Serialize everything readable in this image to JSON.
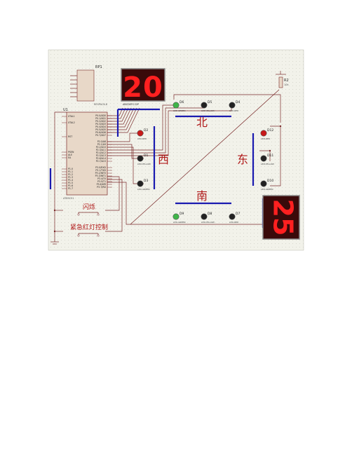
{
  "labels": {
    "u1": "U1",
    "u1_part": "AT89C51",
    "rp1": "RP1",
    "rp1_part": "RESPACK-8",
    "r2": "R2",
    "r2_val": "10k",
    "north": "北",
    "west": "西",
    "east": "东",
    "south": "南",
    "btn_flash": "闪烁",
    "btn_emergency": "紧急红灯控制"
  },
  "displays": {
    "top": {
      "value": "20",
      "pins": "ABCDEFG DP"
    },
    "right": {
      "value": "25"
    }
  },
  "u1_pins_left": [
    "XTAL1",
    "XTAL2",
    "RST",
    "PSEN",
    "ALE",
    "EA",
    "P1.0",
    "P1.1",
    "P1.2",
    "P1.3",
    "P1.4",
    "P1.5",
    "P1.6",
    "P1.7"
  ],
  "u1_pins_right": [
    "P0.0/AD0",
    "P0.1/AD1",
    "P0.2/AD2",
    "P0.3/AD3",
    "P0.4/AD4",
    "P0.5/AD5",
    "P0.6/AD6",
    "P0.7/AD7",
    "P2.0/A8",
    "P2.1/A9",
    "P2.2/A10",
    "P2.3/A11",
    "P2.4/A12",
    "P2.5/A13",
    "P2.6/A14",
    "P2.7/A15",
    "P3.0/RXD",
    "P3.1/TXD",
    "P3.2/INT0",
    "P3.3/INT1",
    "P3.4/T0",
    "P3.5/T1",
    "P3.6/WR",
    "P3.7/RD"
  ],
  "leds": {
    "north": [
      {
        "ref": "D6",
        "type": "LED-GREEN",
        "color": "#3fb548"
      },
      {
        "ref": "D5",
        "type": "LED-YELLOW",
        "color": "#222222"
      },
      {
        "ref": "D4",
        "type": "LED-RED",
        "color": "#222222"
      }
    ],
    "west": [
      {
        "ref": "D2",
        "type": "LED-RED",
        "color": "#c81a1a"
      },
      {
        "ref": "D1",
        "type": "LED-YELLOW",
        "color": "#222222"
      },
      {
        "ref": "D3",
        "type": "LED-GREEN",
        "color": "#222222"
      }
    ],
    "east": [
      {
        "ref": "D12",
        "type": "LED-RED",
        "color": "#c81a1a"
      },
      {
        "ref": "D11",
        "type": "LED-YELLOW",
        "color": "#222222"
      },
      {
        "ref": "D10",
        "type": "LED-GREEN",
        "color": "#222222"
      }
    ],
    "south": [
      {
        "ref": "D9",
        "type": "LED-GREEN",
        "color": "#3fb548"
      },
      {
        "ref": "D8",
        "type": "LED-YELLOW",
        "color": "#222222"
      },
      {
        "ref": "D7",
        "type": "LED-RED",
        "color": "#222222"
      }
    ]
  },
  "colors": {
    "grid_bg": "#f2f2ea",
    "grid_dot": "#cfcfc4",
    "wire": "#7a2a2a",
    "bus": "#1a1ab0",
    "chip_fill": "#e8d8c8",
    "seg_bg": "#3a0a0a",
    "seg_on": "#ff2020",
    "label_red": "#b01818"
  }
}
